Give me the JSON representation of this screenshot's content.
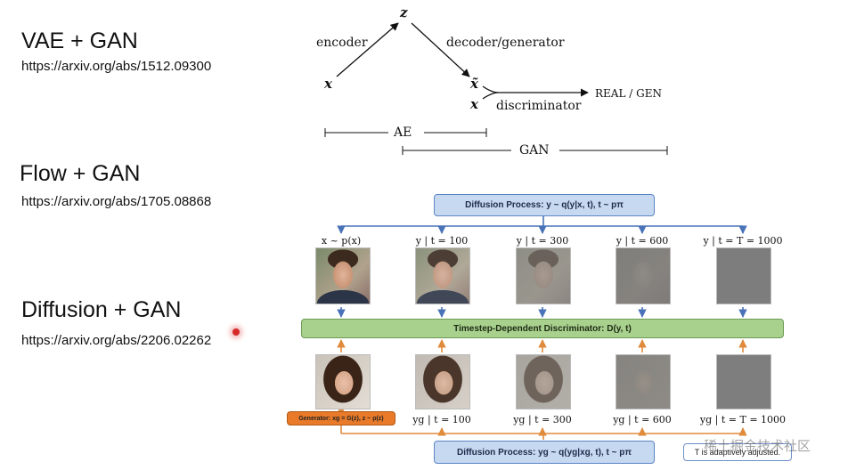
{
  "sections": [
    {
      "title": "VAE + GAN",
      "url": "https://arxiv.org/abs/1512.09300"
    },
    {
      "title": "Flow + GAN",
      "url": "https://arxiv.org/abs/1705.08868"
    },
    {
      "title": "Diffusion + GAN",
      "url": "https://arxiv.org/abs/2206.02262"
    }
  ],
  "vae_diagram": {
    "z": "z",
    "x": "x",
    "x_tilde": "x̃",
    "x2": "x",
    "encoder": "encoder",
    "decoder": "decoder/generator",
    "discriminator": "discriminator",
    "real_gen": "REAL / GEN",
    "ae": "AE",
    "gan": "GAN"
  },
  "diffusion_diagram": {
    "top_process": "Diffusion Process:  y ~ q(y|x, t), t ~ pπ",
    "top_labels": [
      "x ~ p(x)",
      "y | t = 100",
      "y | t = 300",
      "y | t = 600",
      "y | t = T = 1000"
    ],
    "discriminator": "Timestep-Dependent Discriminator:  D(y, t)",
    "bottom_labels": [
      "yg | t = 100",
      "yg | t = 300",
      "yg | t = 600",
      "yg | t = T = 1000"
    ],
    "generator": "Generator:  xg = G(z), z ~ p(z)",
    "bottom_process": "Diffusion Process:  yg ~ q(yg|xg, t), t ~ pπ",
    "note": "T is adaptively adjusted.",
    "colors": {
      "blue_box": "#c7d9f1",
      "green_box": "#a9d18e",
      "orange_box": "#e97a2a",
      "blue_arrow": "#4a72b8",
      "orange_arrow": "#e08a3c"
    }
  },
  "watermark": "稀土掘金技术社区"
}
